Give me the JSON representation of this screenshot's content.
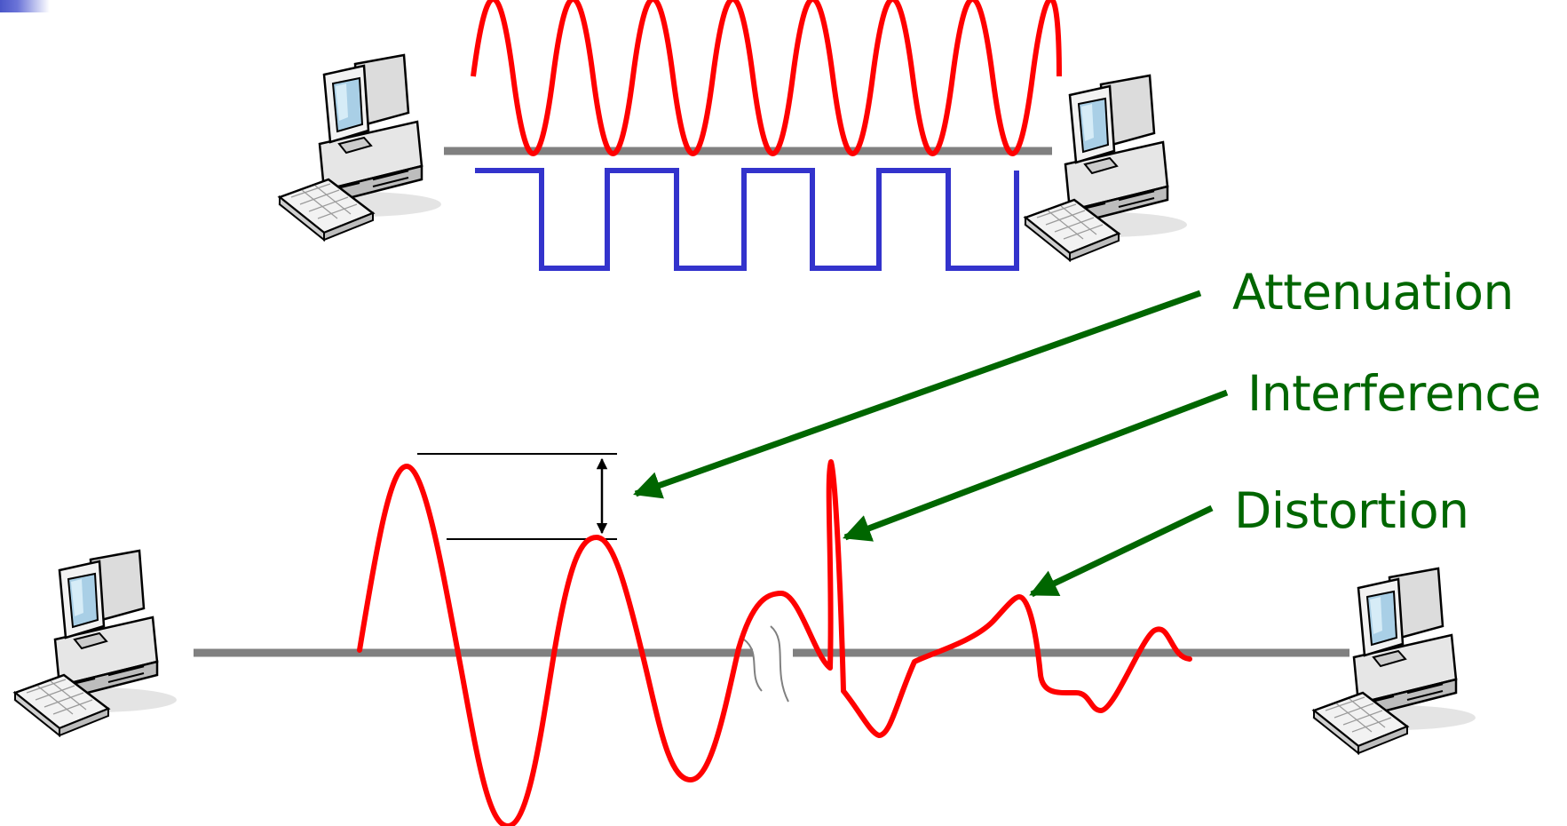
{
  "labels": {
    "attenuation": "Attenuation",
    "interference": "Interference",
    "distortion": "Distortion"
  },
  "colors": {
    "analog_signal": "#ff0000",
    "digital_signal": "#3333cc",
    "cable": "#808080",
    "arrow": "#006600",
    "label_text": "#006600",
    "marker": "#000000"
  },
  "icons": {
    "computer": "desktop-computer-icon"
  }
}
